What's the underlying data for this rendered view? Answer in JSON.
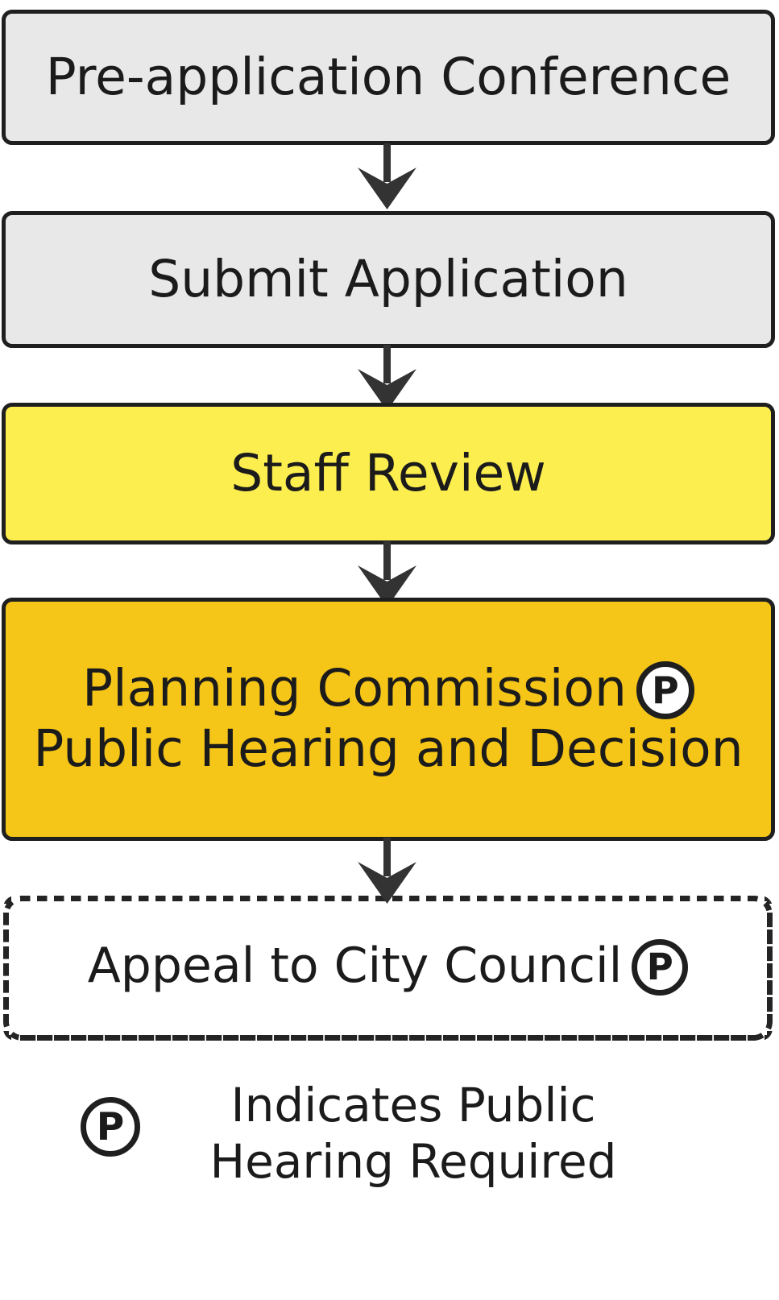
{
  "diagram": {
    "type": "flowchart",
    "direction": "top-to-bottom",
    "title": "",
    "background_color": "#ffffff",
    "nodes": [
      {
        "id": "pre-application-conference",
        "lines": [
          "Pre-application Conference"
        ],
        "shape": "rounded-rectangle",
        "style": "solid",
        "fill": "#e8e8e8",
        "stroke": "#1f1f1f",
        "badge": null
      },
      {
        "id": "submit-application",
        "lines": [
          "Submit Application"
        ],
        "shape": "rounded-rectangle",
        "style": "solid",
        "fill": "#e8e8e8",
        "stroke": "#1f1f1f",
        "badge": null
      },
      {
        "id": "staff-review",
        "lines": [
          "Staff Review"
        ],
        "shape": "rounded-rectangle",
        "style": "solid",
        "fill": "#fcee4e",
        "stroke": "#1f1f1f",
        "badge": null
      },
      {
        "id": "planning-commission-public-hearing-and-decision",
        "lines": [
          "Planning Commission",
          "Public Hearing and Decision"
        ],
        "shape": "rounded-rectangle",
        "style": "solid",
        "fill": "#f5c518",
        "stroke": "#1f1f1f",
        "badge": "P"
      },
      {
        "id": "appeal-to-city-council",
        "lines": [
          "Appeal to City Council"
        ],
        "shape": "rounded-rectangle",
        "style": "dotted",
        "fill": "#ffffff",
        "stroke": "#242424",
        "badge": "P"
      }
    ],
    "edges": [
      {
        "from": "pre-application-conference",
        "to": "submit-application",
        "arrowhead": "filled-chevron",
        "color": "#333333"
      },
      {
        "from": "submit-application",
        "to": "staff-review",
        "arrowhead": "filled-chevron",
        "color": "#333333"
      },
      {
        "from": "staff-review",
        "to": "planning-commission-public-hearing-and-decision",
        "arrowhead": "filled-chevron",
        "color": "#333333"
      },
      {
        "from": "planning-commission-public-hearing-and-decision",
        "to": "appeal-to-city-council",
        "arrowhead": "filled-chevron",
        "color": "#333333"
      }
    ],
    "legend": {
      "badge_label": "P",
      "lines": [
        "Indicates Public",
        "Hearing Required"
      ]
    }
  }
}
